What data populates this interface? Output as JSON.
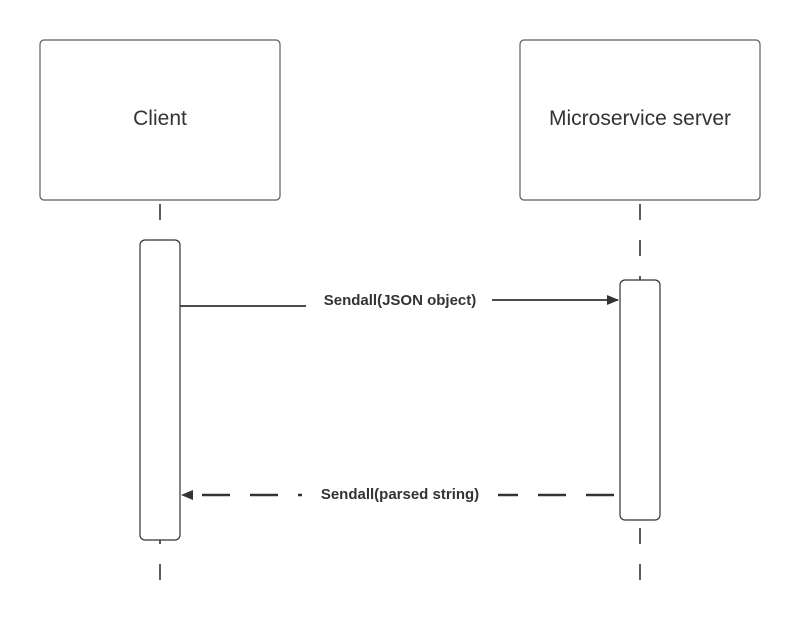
{
  "colors": {
    "stroke": "#333333",
    "box_border": "#5a5a5a",
    "background": "#ffffff"
  },
  "participants": [
    {
      "name": "Client"
    },
    {
      "name": "Microservice server"
    }
  ],
  "messages": [
    {
      "label": "Sendall(JSON object)",
      "from": "Client",
      "to": "Microservice server",
      "style": "solid"
    },
    {
      "label": "Sendall(parsed string)",
      "from": "Microservice server",
      "to": "Client",
      "style": "dashed"
    }
  ]
}
